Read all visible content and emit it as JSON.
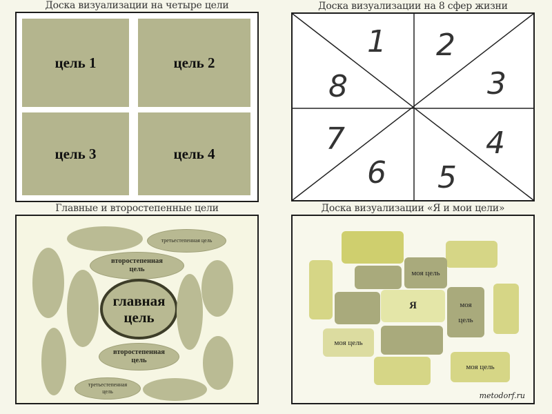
{
  "panels": {
    "four_goals": {
      "caption": "Доска визуализации на четыре цели",
      "tiles": [
        "цель 1",
        "цель 2",
        "цель 3",
        "цель 4"
      ]
    },
    "eight_spheres": {
      "caption": "Доска визуализации на 8 сфер жизни",
      "numbers": [
        "1",
        "2",
        "3",
        "4",
        "5",
        "6",
        "7",
        "8"
      ]
    },
    "main_secondary": {
      "caption": "Главные и второстепенные цели",
      "main_goal": "главная цель",
      "secondary_goal": "второстепенная цель",
      "tertiary_goal": "третьестепенная цель"
    },
    "me_and_goals": {
      "caption": "Доска визуализации «Я и мои цели»",
      "me_label": "Я",
      "goal_label": "моя цель"
    }
  },
  "watermark": "metodorf.ru",
  "colors": {
    "background": "#f6f6ea",
    "tile": "#b4b58e",
    "ellipse": "#babb94",
    "main_ellipse_border": "#3d3d28",
    "block_yellow": "#cfcf6e",
    "block_olive": "#a9aa7c",
    "block_light": "#e4e6a8"
  }
}
